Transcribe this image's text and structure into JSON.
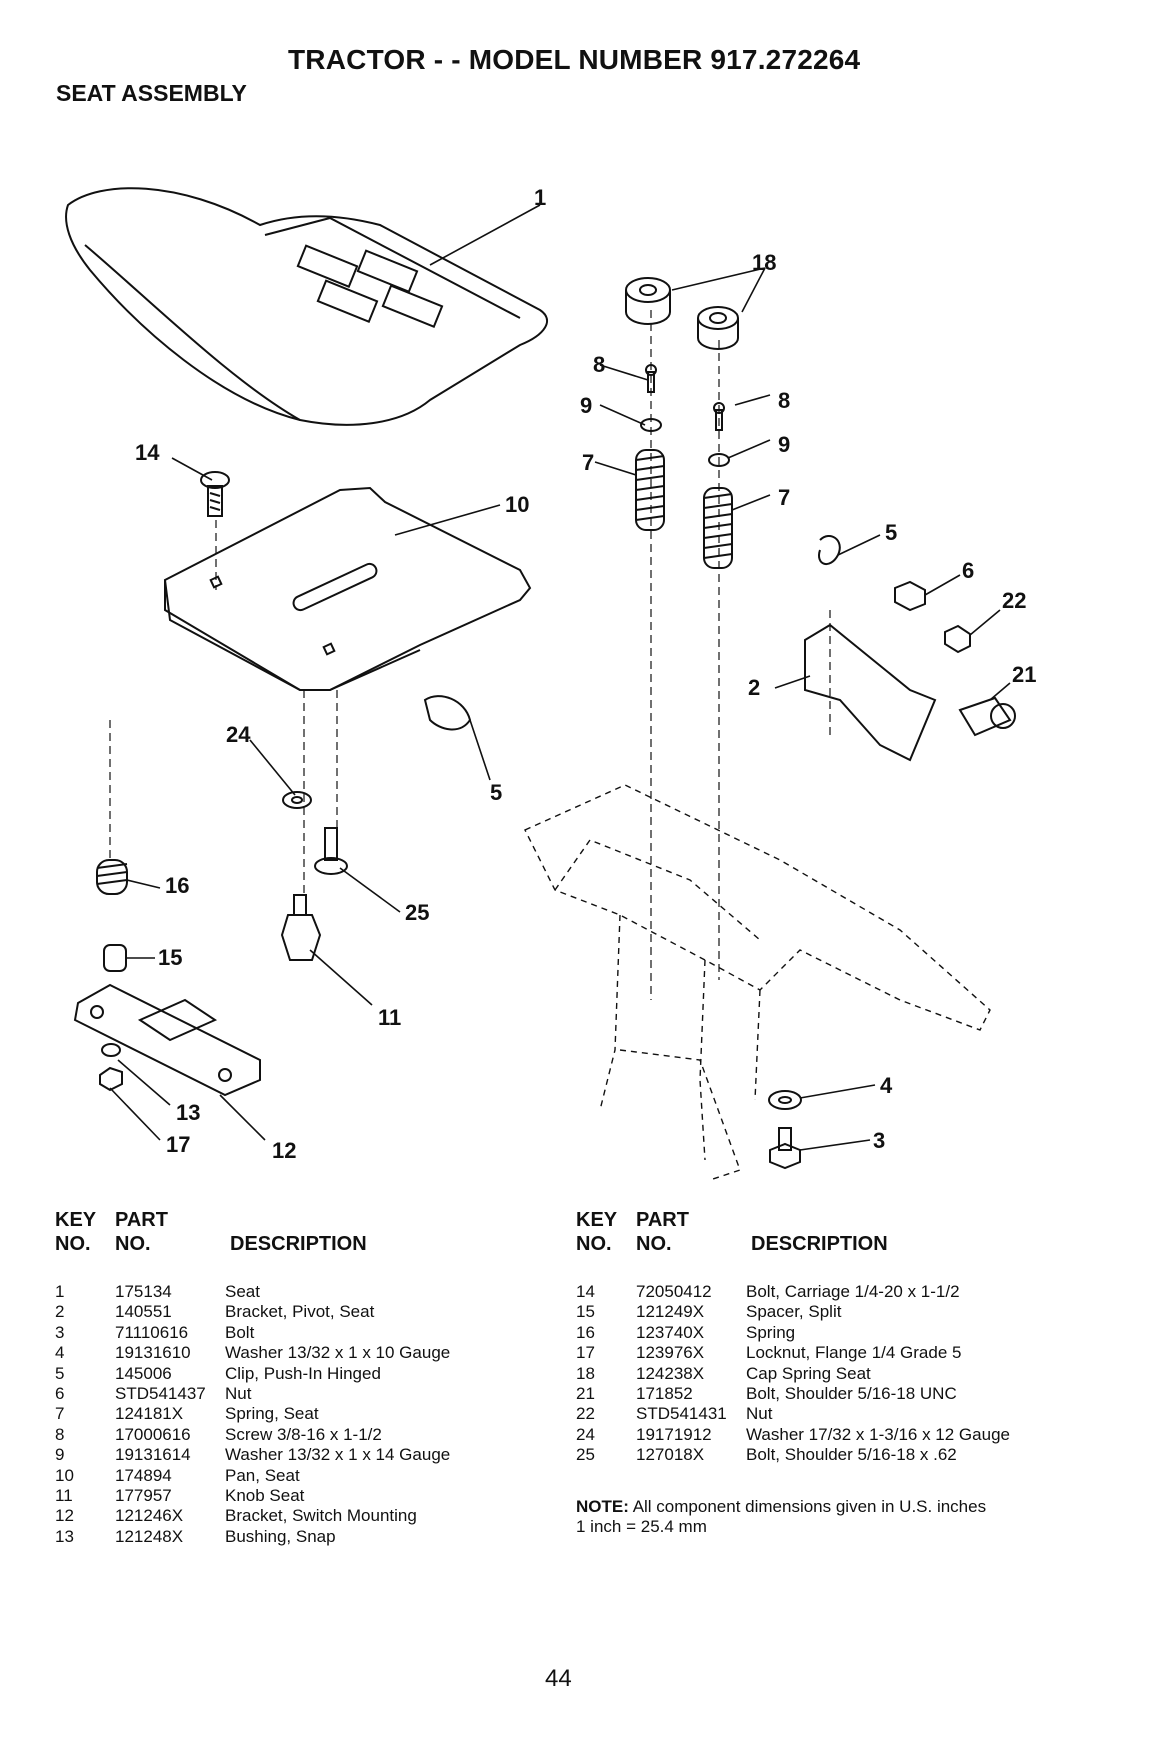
{
  "header": {
    "title": "TRACTOR - - MODEL NUMBER 917.272264",
    "subtitle": "SEAT ASSEMBLY"
  },
  "callouts": [
    "1",
    "18",
    "8",
    "9",
    "7",
    "8",
    "9",
    "7",
    "14",
    "10",
    "5",
    "6",
    "22",
    "2",
    "21",
    "24",
    "5",
    "16",
    "25",
    "15",
    "11",
    "13",
    "17",
    "12",
    "4",
    "3"
  ],
  "table_headers": {
    "key": "KEY",
    "no": "NO.",
    "part": "PART",
    "part_no": "NO.",
    "description": "DESCRIPTION"
  },
  "parts_left": [
    {
      "key": "1",
      "part": "175134",
      "desc": "Seat"
    },
    {
      "key": "2",
      "part": "140551",
      "desc": "Bracket, Pivot, Seat"
    },
    {
      "key": "3",
      "part": "71110616",
      "desc": "Bolt"
    },
    {
      "key": "4",
      "part": "19131610",
      "desc": "Washer 13/32 x 1 x 10 Gauge"
    },
    {
      "key": "5",
      "part": "145006",
      "desc": "Clip, Push-In Hinged"
    },
    {
      "key": "6",
      "part": "STD541437",
      "desc": "Nut"
    },
    {
      "key": "7",
      "part": "124181X",
      "desc": "Spring, Seat"
    },
    {
      "key": "8",
      "part": "17000616",
      "desc": "Screw 3/8-16 x 1-1/2"
    },
    {
      "key": "9",
      "part": "19131614",
      "desc": "Washer 13/32 x 1 x 14 Gauge"
    },
    {
      "key": "10",
      "part": "174894",
      "desc": "Pan, Seat"
    },
    {
      "key": "11",
      "part": "177957",
      "desc": "Knob Seat"
    },
    {
      "key": "12",
      "part": "121246X",
      "desc": "Bracket, Switch Mounting"
    },
    {
      "key": "13",
      "part": "121248X",
      "desc": "Bushing, Snap"
    }
  ],
  "parts_right": [
    {
      "key": "14",
      "part": "72050412",
      "desc": "Bolt, Carriage 1/4-20 x 1-1/2"
    },
    {
      "key": "15",
      "part": "121249X",
      "desc": "Spacer, Split"
    },
    {
      "key": "16",
      "part": "123740X",
      "desc": "Spring"
    },
    {
      "key": "17",
      "part": "123976X",
      "desc": "Locknut, Flange 1/4 Grade 5"
    },
    {
      "key": "18",
      "part": "124238X",
      "desc": "Cap Spring Seat"
    },
    {
      "key": "21",
      "part": "171852",
      "desc": "Bolt, Shoulder 5/16-18 UNC"
    },
    {
      "key": "22",
      "part": "STD541431",
      "desc": "Nut"
    },
    {
      "key": "24",
      "part": "19171912",
      "desc": "Washer 17/32 x 1-3/16 x 12 Gauge"
    },
    {
      "key": "25",
      "part": "127018X",
      "desc": "Bolt, Shoulder 5/16-18 x .62"
    }
  ],
  "note": {
    "label": "NOTE:",
    "text": "All component dimensions given in U.S. inches",
    "line2": "1 inch = 25.4 mm"
  },
  "page_number": "44"
}
